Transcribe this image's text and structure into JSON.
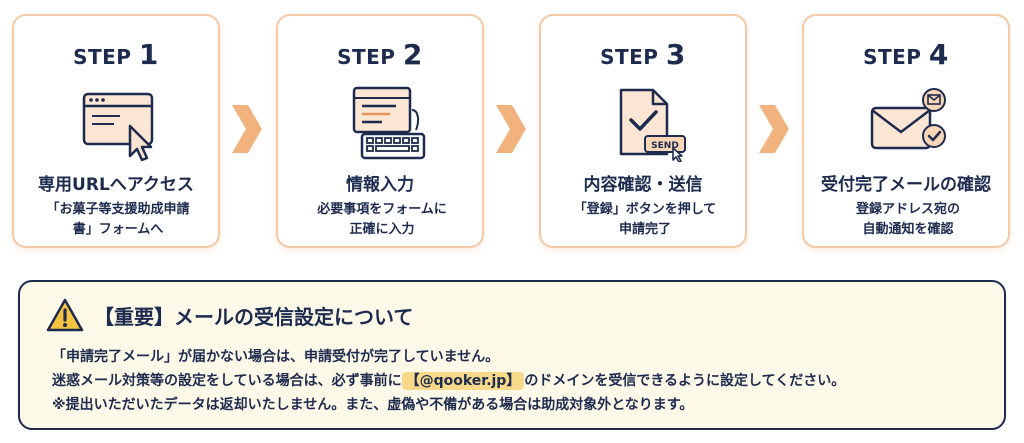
{
  "steps": [
    {
      "label": "STEP",
      "number": "1",
      "icon": "browser-cursor-icon",
      "title": "専用URLへアクセス",
      "desc_line1": "「お菓子等支援助成申請",
      "desc_line2": "書」フォームへ"
    },
    {
      "label": "STEP",
      "number": "2",
      "icon": "form-keyboard-icon",
      "title": "情報入力",
      "desc_line1": "必要事項をフォームに",
      "desc_line2": "正確に入力"
    },
    {
      "label": "STEP",
      "number": "3",
      "icon": "document-send-icon",
      "title": "内容確認・送信",
      "desc_line1": "「登録」ボタンを押して",
      "desc_line2": "申請完了",
      "send_button_text": "SEND"
    },
    {
      "label": "STEP",
      "number": "4",
      "icon": "mail-check-icon",
      "title": "受付完了メールの確認",
      "desc_line1": "登録アドレス宛の",
      "desc_line2": "自動通知を確認"
    }
  ],
  "notice": {
    "icon": "warning-icon",
    "heading": "【重要】メールの受信設定について",
    "line1": "「申請完了メール」が届かない場合は、申請受付が完了していません。",
    "line2_before": "迷惑メール対策等の設定をしている場合は、必ず事前に",
    "line2_highlight": "【@qooker.jp】",
    "line2_after": "のドメインを受信できるように設定してください。",
    "line3": "※提出いただいたデータは返却いたしません。また、虚偽や不備がある場合は助成対象外となります。"
  },
  "colors": {
    "navy": "#1d2b4f",
    "card_border": "#f3c9a6",
    "arrow": "#f2b27d",
    "notice_bg": "#fdf9e8",
    "highlight": "#f8d98a",
    "warning": "#f5c542"
  }
}
